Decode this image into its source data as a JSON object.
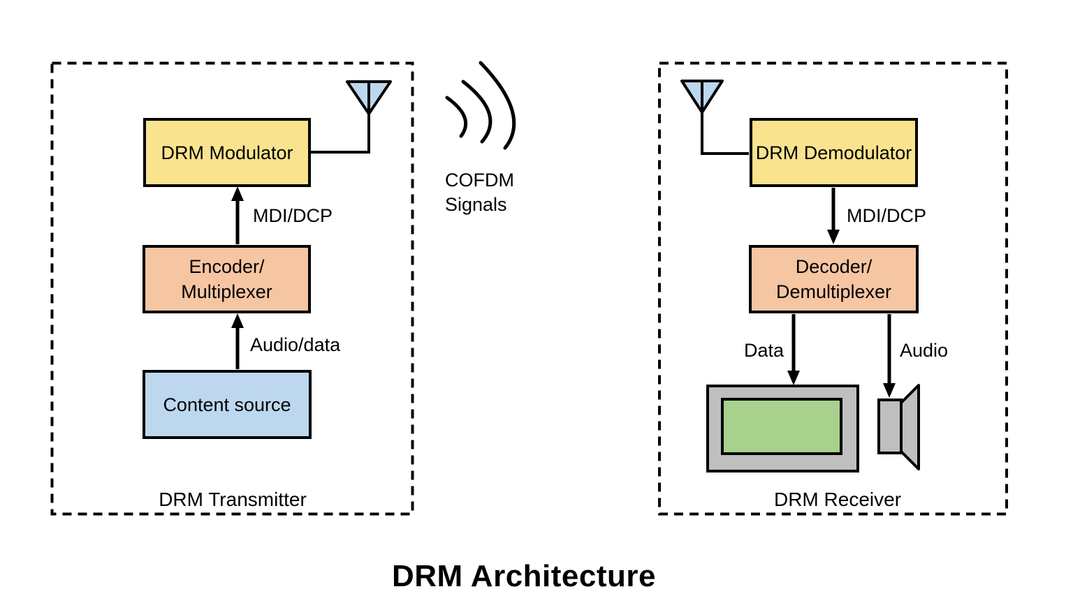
{
  "diagram_title": "DRM Architecture",
  "transmitter": {
    "group_label": "DRM Transmitter",
    "modulator_label": "DRM Modulator",
    "encoder_line1": "Encoder/",
    "encoder_line2": "Multiplexer",
    "source_label": "Content source",
    "mdi_dcp_label": "MDI/DCP",
    "audio_data_label": "Audio/data"
  },
  "channel": {
    "cofdm_line1": "COFDM",
    "cofdm_line2": "Signals"
  },
  "receiver": {
    "group_label": "DRM Receiver",
    "demodulator_label": "DRM Demodulator",
    "decoder_line1": "Decoder/",
    "decoder_line2": "Demultiplexer",
    "mdi_dcp_label": "MDI/DCP",
    "data_label": "Data",
    "audio_label": "Audio"
  },
  "icons": {
    "transmitter_antenna": "antenna-icon",
    "receiver_antenna": "antenna-icon",
    "signal_waves": "signal-waves-icon",
    "data_output": "display-icon",
    "audio_output": "speaker-icon"
  },
  "colors": {
    "block_yellow": "#FAE38E",
    "block_orange": "#F6C5A2",
    "block_blue": "#BDD7EE",
    "antenna_blue": "#BDD7EE",
    "device_gray": "#BFBFBF",
    "screen_green": "#A9D18E",
    "line_black": "#000000",
    "background": "#FFFFFF"
  }
}
